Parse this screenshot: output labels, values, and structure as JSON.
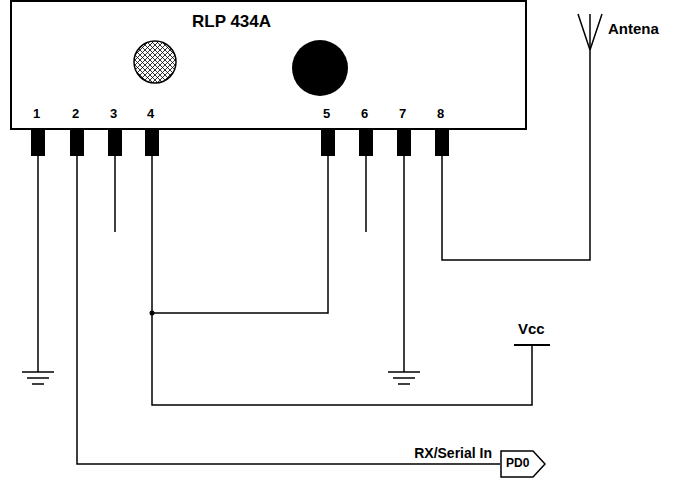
{
  "diagram": {
    "nodes": [
      {
        "text": [
          "RLP 434A"
        ]
      },
      {
        "text": [
          "PD0"
        ]
      }
    ],
    "edges": [
      {
        "from": 0,
        "to": 1,
        "arrow": "none",
        "label": "RX/Serial In"
      }
    ],
    "labels": [
      "1",
      "2",
      "3",
      "4",
      "5",
      "6",
      "7",
      "8",
      "Antena",
      "Vcc"
    ]
  }
}
